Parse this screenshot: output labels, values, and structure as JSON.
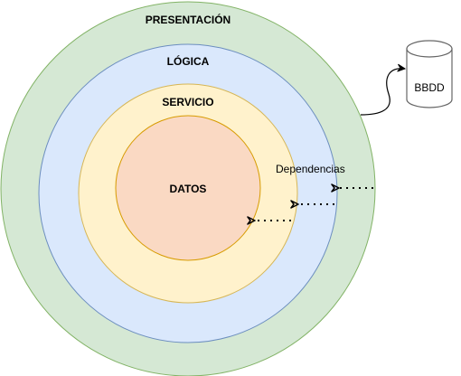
{
  "diagram": {
    "layers": [
      {
        "id": "presentacion",
        "label": "PRESENTACIÓN",
        "fill": "#d5e8d4",
        "stroke": "#82b366"
      },
      {
        "id": "logica",
        "label": "LÓGICA",
        "fill": "#dae8fc",
        "stroke": "#6c8ebf"
      },
      {
        "id": "servicio",
        "label": "SERVICIO",
        "fill": "#fff2cc",
        "stroke": "#d6b656"
      },
      {
        "id": "datos",
        "label": "DATOS",
        "fill": "#fad9c3",
        "stroke": "#d79b00"
      }
    ],
    "database": {
      "label": "BBDD",
      "fill": "#ffffff",
      "stroke": "#666666"
    },
    "dependencies_label": "Dependencias",
    "arrow_color": "#000000"
  }
}
